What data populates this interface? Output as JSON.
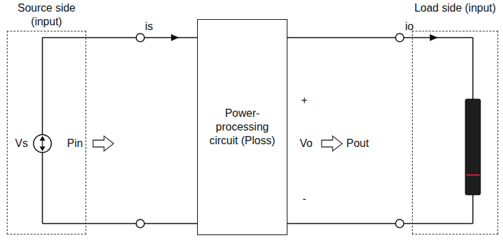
{
  "diagram": {
    "nodes": [
      {
        "text": [
          "Source side (input)"
        ]
      },
      {
        "text": [
          "Power-processing circuit (Ploss)"
        ]
      },
      {
        "text": [
          "Load side (input)"
        ]
      }
    ],
    "edges": [
      {
        "from": 0,
        "to": 1,
        "arrow": "none"
      },
      {
        "from": 0,
        "to": 1,
        "arrow": "none"
      },
      {
        "from": 1,
        "to": 2,
        "arrow": "none"
      },
      {
        "from": 1,
        "to": 2,
        "arrow": "none"
      }
    ],
    "labels": [
      "is",
      "io",
      "Vs",
      "Pin",
      "Vo",
      "Pout",
      "+",
      "-"
    ]
  }
}
